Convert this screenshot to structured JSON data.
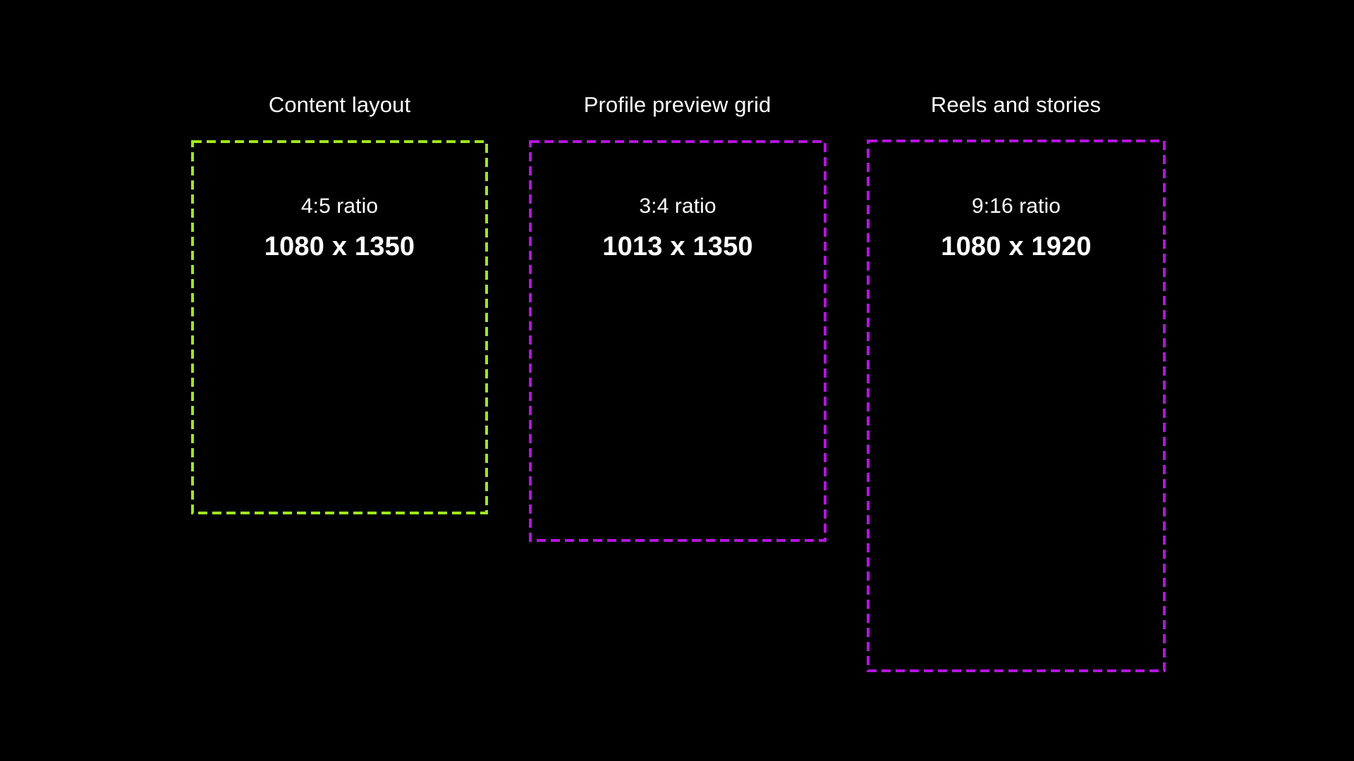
{
  "page": {
    "background_color": "#000000",
    "text_color": "#ffffff"
  },
  "colors": {
    "accent_green": "#9FE81F",
    "accent_magenta": "#B415DF"
  },
  "specs": [
    {
      "title": "Content layout",
      "ratio": "4:5 ratio",
      "dimensions": "1080 x 1350",
      "border_color": "#9FE81F"
    },
    {
      "title": "Profile preview grid",
      "ratio": "3:4 ratio",
      "dimensions": "1013 x 1350",
      "border_color": "#B415DF"
    },
    {
      "title": "Reels and stories",
      "ratio": "9:16 ratio",
      "dimensions": "1080 x 1920",
      "border_color": "#B415DF"
    }
  ]
}
